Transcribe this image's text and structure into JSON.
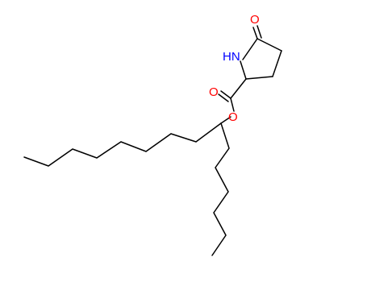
{
  "molecule": {
    "atoms": {
      "carbonyl_oxygen": "O",
      "ring_nh": "HN",
      "ketone_oxygen": "O",
      "ester_oxygen": "O"
    },
    "colors": {
      "bond": "#000000",
      "oxygen": "#ff0000",
      "nitrogen": "#0000ff"
    }
  }
}
